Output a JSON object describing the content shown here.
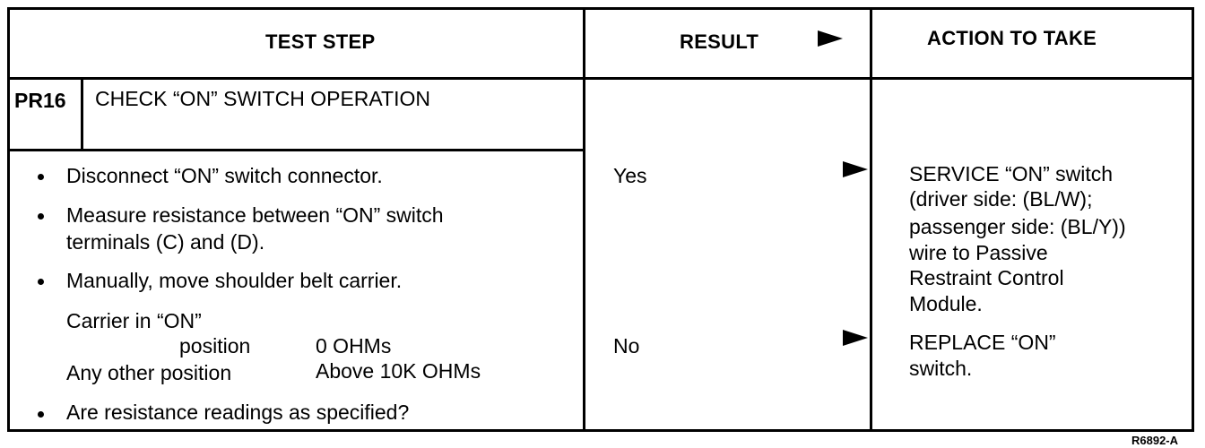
{
  "header": {
    "test_step": "TEST STEP",
    "result": "RESULT",
    "action": "ACTION TO TAKE"
  },
  "step": {
    "code": "PR16",
    "title": "CHECK “ON” SWITCH OPERATION"
  },
  "instructions": {
    "bullet1": "Disconnect “ON” switch connector.",
    "bullet2_line1": "Measure resistance between “ON” switch",
    "bullet2_line2": "terminals (C) and (D).",
    "bullet3": "Manually, move shoulder belt carrier.",
    "spec": {
      "row1_label_line1": "Carrier in “ON”",
      "row1_label_line2": "position",
      "row1_value": "0 OHMs",
      "row2_label": "Any other position",
      "row2_value": "Above 10K OHMs"
    },
    "bullet4": "Are resistance readings as specified?"
  },
  "results": {
    "yes": "Yes",
    "no": "No"
  },
  "actions": {
    "yes_line1": "SERVICE “ON” switch",
    "yes_line2": "(driver side: (BL/W);",
    "yes_line3": "passenger side: (BL/Y))",
    "yes_line4": "wire to Passive",
    "yes_line5": "Restraint Control",
    "yes_line6": "Module.",
    "no_line1": "REPLACE “ON”",
    "no_line2": "switch."
  },
  "reference": "R6892-A"
}
